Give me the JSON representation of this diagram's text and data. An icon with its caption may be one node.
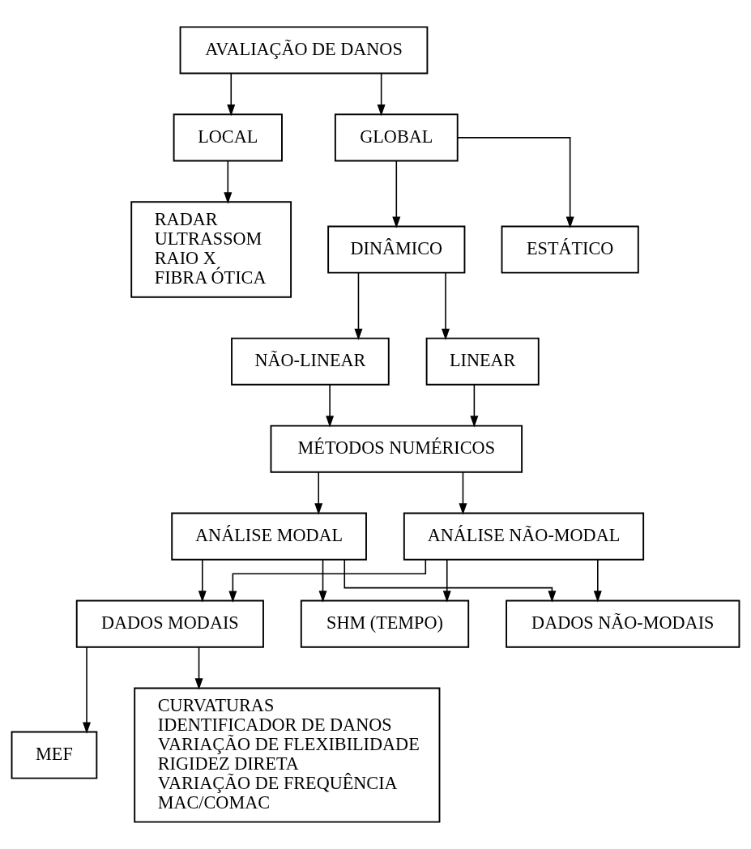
{
  "diagram": {
    "nodes": [
      {
        "text": [
          "AVALIAÇÃO DE DANOS"
        ]
      },
      {
        "text": [
          "LOCAL"
        ]
      },
      {
        "text": [
          "GLOBAL"
        ]
      },
      {
        "text": [
          "RADAR",
          "ULTRASSOM",
          "RAIO X",
          "FIBRA ÓTICA"
        ]
      },
      {
        "text": [
          "ESTÁTICO"
        ]
      },
      {
        "text": [
          "DINÂMICO"
        ]
      },
      {
        "text": [
          "NÃO-LINEAR"
        ]
      },
      {
        "text": [
          "LINEAR"
        ]
      },
      {
        "text": [
          "MÉTODOS NUMÉRICOS"
        ]
      },
      {
        "text": [
          "ANÁLISE MODAL"
        ]
      },
      {
        "text": [
          "ANÁLISE NÃO-MODAL"
        ]
      },
      {
        "text": [
          "DADOS MODAIS"
        ]
      },
      {
        "text": [
          "SHM (TEMPO)"
        ]
      },
      {
        "text": [
          "DADOS NÃO-MODAIS"
        ]
      },
      {
        "text": [
          "MEF"
        ]
      },
      {
        "text": [
          "CURVATURAS",
          "IDENTIFICADOR DE DANOS",
          "VARIAÇÃO DE FLEXIBILIDADE",
          "RIGIDEZ DIRETA",
          "VARIAÇÃO DE FREQUÊNCIA",
          "MAC/COMAC"
        ]
      }
    ],
    "edges": [
      {
        "from": 0,
        "to": 1,
        "arrow": "to"
      },
      {
        "from": 0,
        "to": 2,
        "arrow": "to"
      },
      {
        "from": 1,
        "to": 3,
        "arrow": "to"
      },
      {
        "from": 2,
        "to": 4,
        "arrow": "to"
      },
      {
        "from": 2,
        "to": 5,
        "arrow": "to"
      },
      {
        "from": 5,
        "to": 6,
        "arrow": "to"
      },
      {
        "from": 5,
        "to": 7,
        "arrow": "to"
      },
      {
        "from": 6,
        "to": 8,
        "arrow": "to"
      },
      {
        "from": 7,
        "to": 8,
        "arrow": "to"
      },
      {
        "from": 8,
        "to": 9,
        "arrow": "to"
      },
      {
        "from": 8,
        "to": 10,
        "arrow": "to"
      },
      {
        "from": 9,
        "to": 11,
        "arrow": "to"
      },
      {
        "from": 9,
        "to": 12,
        "arrow": "to"
      },
      {
        "from": 9,
        "to": 13,
        "arrow": "to"
      },
      {
        "from": 10,
        "to": 11,
        "arrow": "to"
      },
      {
        "from": 10,
        "to": 12,
        "arrow": "to"
      },
      {
        "from": 10,
        "to": 13,
        "arrow": "to"
      },
      {
        "from": 11,
        "to": 14,
        "arrow": "to"
      },
      {
        "from": 11,
        "to": 15,
        "arrow": "to"
      }
    ]
  }
}
